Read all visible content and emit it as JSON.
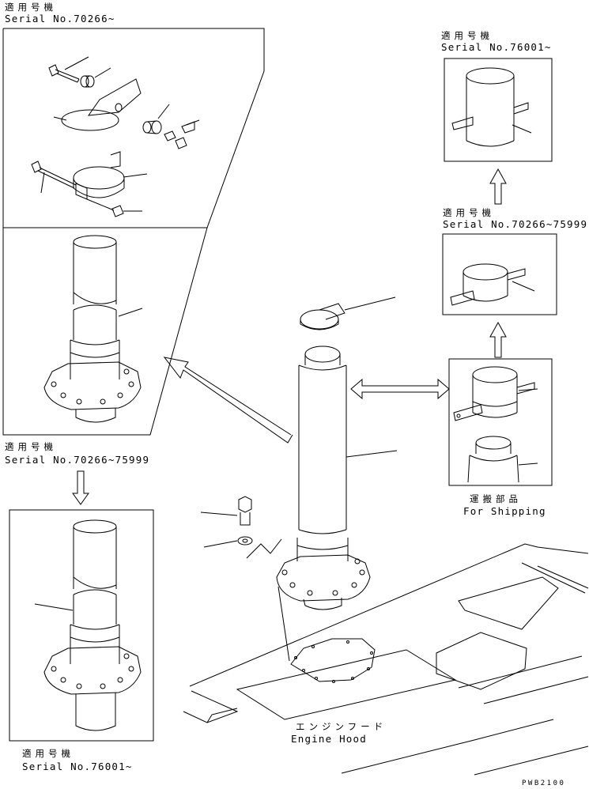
{
  "labels": {
    "top_left_jp": "適用号機",
    "top_left_serial": "Serial No.70266~",
    "mid_left_jp": "適用号機",
    "mid_left_serial": "Serial No.70266~75999",
    "bottom_left_jp": "適用号機",
    "bottom_left_serial": "Serial No.76001~",
    "top_right_jp": "適用号機",
    "top_right_serial": "Serial No.76001~",
    "mid_right_jp": "適用号機",
    "mid_right_serial": "Serial No.70266~75999",
    "shipping_jp": "運搬部品",
    "shipping_en": "For Shipping",
    "hood_jp": "エンジンフード",
    "hood_en": "Engine Hood",
    "drawing_code": "PWB2100"
  },
  "colors": {
    "line": "#000000",
    "background": "#ffffff"
  }
}
